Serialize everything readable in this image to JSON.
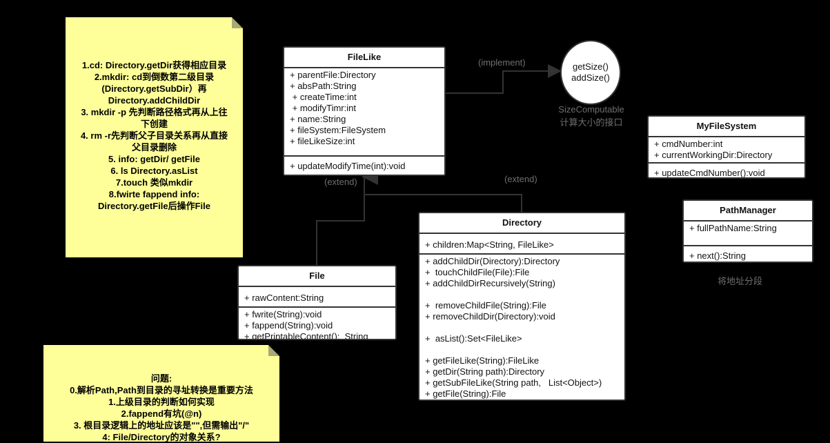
{
  "note_commands": {
    "lines": [
      "1.cd: Directory.getDir获得相应目录",
      "2.mkdir: cd到倒数第二级目录",
      "(Directory.getSubDir）再",
      "Directory.addChildDir",
      "3. mkdir -p 先判断路径格式再从上往",
      "下创建",
      "4. rm -r先判断父子目录关系再从直接",
      "父目录删除",
      "5. info: getDir/ getFile",
      "6. ls Directory.asList",
      "7.touch 类似mkdir",
      "8.fwirte fappend info:",
      "Directory.getFile后操作File"
    ]
  },
  "note_issues": {
    "lines": [
      "问题:",
      "0.解析Path,Path到目录的寻址转换是重要方法",
      "1.上级目录的判断如何实现",
      "2.fappend有坑(@n)",
      "3. 根目录逻辑上的地址应该是\"\",但需输出\"/\"",
      "4: File/Directory的对象关系?"
    ]
  },
  "filelike": {
    "name": "FileLike",
    "attributes": [
      "+ parentFile:Directory",
      "+ absPath:String",
      " + createTime:int",
      " + modifyTimr:int",
      "+ name:String",
      "+ fileSystem:FileSystem",
      "+ fileLikeSize:int"
    ],
    "methods": [
      "+ updateModifyTime(int):void"
    ]
  },
  "interface": {
    "methods": [
      "getSize()",
      "addSize()"
    ],
    "name": "SizeComputable",
    "caption": "计算大小的接口"
  },
  "implement_label": "(implement)",
  "extend_label_left": "(extend)",
  "extend_label_right": "(extend)",
  "myfilesystem": {
    "name": "MyFileSystem",
    "attributes": [
      "+ cmdNumber:int",
      "+ currentWorkingDir:Directory"
    ],
    "methods": [
      "+ updateCmdNumber():void"
    ]
  },
  "pathmanager": {
    "name": "PathManager",
    "attributes": [
      "+ fullPathName:String"
    ],
    "methods": [
      "+ next():String"
    ],
    "caption": "将地址分段"
  },
  "directory": {
    "name": "Directory",
    "attributes": [
      "+ children:Map<String, FileLike>"
    ],
    "methods": [
      "+ addChildDir(Directory):Directory",
      "+  touchChildFile(File):File",
      "+ addChildDirRecursively(String)",
      "",
      "+  removeChildFile(String):File",
      "+ removeChildDir(Directory):void",
      "",
      "+  asList():Set<FileLike>",
      "",
      "+ getFileLike(String):FileLike",
      "+ getDir(String path):Directory",
      "+ getSubFileLike(String path,   List<Object>)",
      "+ getFile(String):File"
    ]
  },
  "file": {
    "name": "File",
    "attributes": [
      "+ rawContent:String"
    ],
    "methods": [
      "+ fwrite(String):void",
      "+ fappend(String):void",
      "+ getPrintableContent():  String"
    ]
  },
  "colors": {
    "background": "#000000",
    "note": "#ffff99",
    "box": "#ffffff",
    "line": "#333333",
    "label": "#6f6f6f"
  }
}
